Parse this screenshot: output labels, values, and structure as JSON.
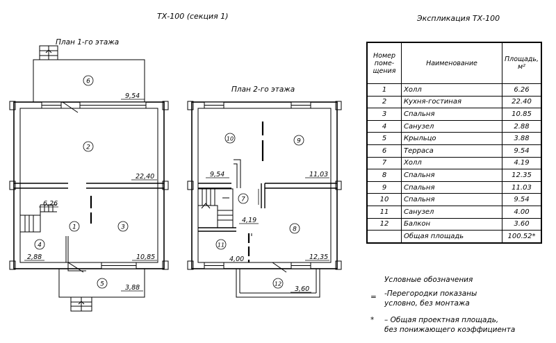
{
  "title_main": "ТХ-100 (секция 1)",
  "title_expl": "Экспликация ТХ-100",
  "plan1_title": "План 1-го этажа",
  "plan2_title": "План 2-го этажа",
  "plan1": {
    "rooms": [
      "1",
      "2",
      "3",
      "4",
      "5",
      "6"
    ],
    "areas": [
      "9,54",
      "22,40",
      "6,26",
      "10,85",
      "2,88",
      "3,88"
    ]
  },
  "plan2": {
    "rooms": [
      "7",
      "8",
      "9",
      "10",
      "11",
      "12"
    ],
    "areas": [
      "9,54",
      "11,03",
      "4,19",
      "12,35",
      "4,00",
      "3,60"
    ]
  },
  "table": {
    "head": {
      "num": "Номер поме-щения",
      "name": "Наименование",
      "area": "Площадь, м²"
    },
    "rows": [
      {
        "n": "1",
        "name": "Холл",
        "a": "6.26"
      },
      {
        "n": "2",
        "name": "Кухня-гостиная",
        "a": "22.40"
      },
      {
        "n": "3",
        "name": "Спальня",
        "a": "10.85"
      },
      {
        "n": "4",
        "name": "Санузел",
        "a": "2.88"
      },
      {
        "n": "5",
        "name": "Крыльцо",
        "a": "3.88"
      },
      {
        "n": "6",
        "name": "Терраса",
        "a": "9.54"
      },
      {
        "n": "7",
        "name": "Холл",
        "a": "4.19"
      },
      {
        "n": "8",
        "name": "Спальня",
        "a": "12.35"
      },
      {
        "n": "9",
        "name": "Спальня",
        "a": "11.03"
      },
      {
        "n": "10",
        "name": "Спальня",
        "a": "9.54"
      },
      {
        "n": "11",
        "name": "Санузел",
        "a": "4.00"
      },
      {
        "n": "12",
        "name": "Балкон",
        "a": "3.60"
      }
    ],
    "total_label": "Общая площадь",
    "total": "100.52*"
  },
  "legend": {
    "title": "Условные обозначения",
    "item1_sym": "=",
    "item1_text1": "-Перегородки показаны",
    "item1_text2": "условно, без монтажа",
    "item2_sym": "*",
    "item2_text1": "– Общая проектная площадь,",
    "item2_text2": "без понижающего коэффициента"
  }
}
